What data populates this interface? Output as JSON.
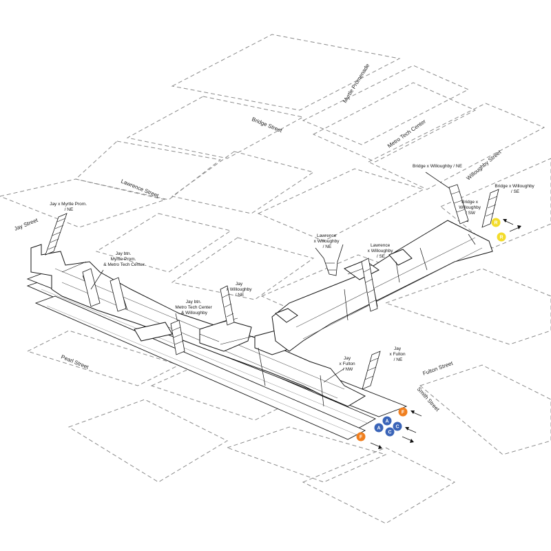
{
  "streets": {
    "myrtle_promenade": "Myrtle Promenade",
    "bridge_street": "Bridge Street",
    "lawrence_street": "Lawrence Street",
    "jay_street": "Jay Street",
    "metro_tech_center": "Metro Tech Center",
    "willoughby_street": "Willoughby Street",
    "pearl_street": "Pearl Street",
    "fulton_street": "Fulton Street",
    "smith_street": "Smith Street"
  },
  "entrances": {
    "jay_myrtle_ne": [
      "Jay x Myrtle Prom.",
      "/ NE"
    ],
    "jay_btn_myrtle_metrotech": [
      "Jay btn.",
      "Myrtle Prom.",
      "& Metro Tech Center"
    ],
    "jay_btn_metrotech_willoughby": [
      "Jay btn.",
      "Metro Tech Center",
      "& Willoughby"
    ],
    "jay_willoughby_ne": [
      "Jay",
      "x Willoughby",
      "/ NE"
    ],
    "lawrence_willoughby_ne": [
      "Lawrence",
      "x Willoughby",
      "/ NE"
    ],
    "lawrence_willoughby_se": [
      "Lawrence",
      "x Willoughby",
      "/ SE"
    ],
    "bridge_willoughby_ne": [
      "Bridge x Willoughby / NE"
    ],
    "bridge_willoughby_sw": [
      "Bridge x",
      "Willoughby",
      "/ SW"
    ],
    "bridge_willoughby_se": [
      "Bridge x Willoughby",
      "/ SE"
    ],
    "jay_fulton_nw": [
      "Jay",
      "x Fulton",
      "/ NW"
    ],
    "jay_fulton_ne": [
      "Jay",
      "x Fulton",
      "/ NE"
    ]
  },
  "routes": {
    "f_top": "F",
    "f_bottom": "F",
    "a_top": "A",
    "a_bottom": "A",
    "c_top": "C",
    "c_bottom": "C",
    "r_top": "R",
    "r_bottom": "R"
  },
  "colors": {
    "f_line": "#f07f1e",
    "ac_line": "#3a64b8",
    "r_line": "#f3dc2a"
  }
}
